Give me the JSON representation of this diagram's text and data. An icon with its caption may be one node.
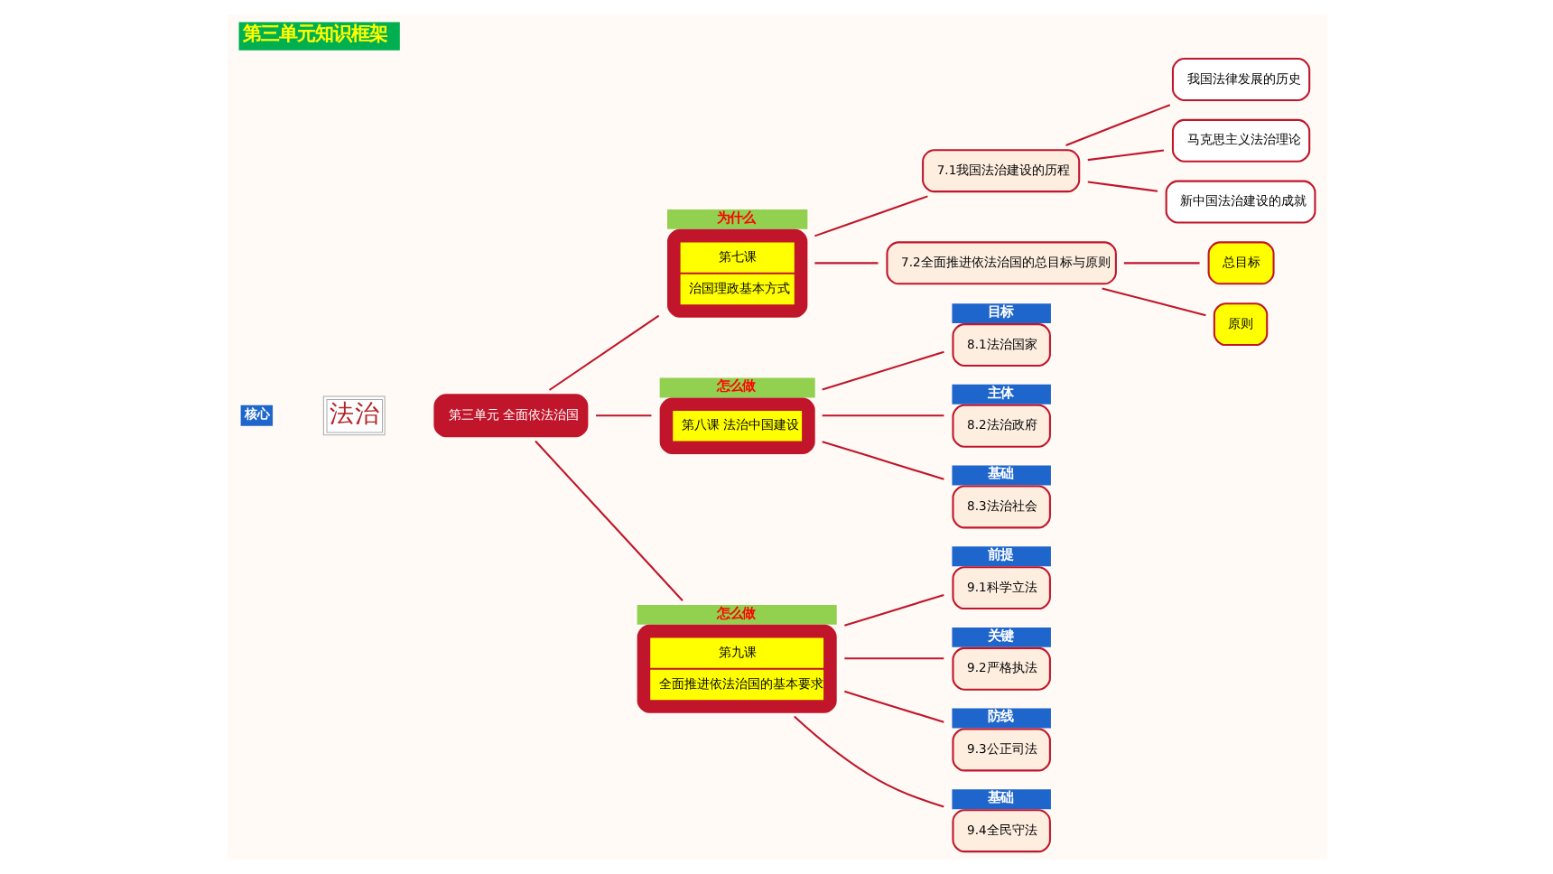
{
  "diagram": {
    "title": "第三单元知识框架",
    "nodes": [
      {
        "text": [
          "第三单元 全面依法治国"
        ]
      },
      {
        "text": [
          "第七课",
          "治国理政基本方式"
        ],
        "beside": [
          "为什么"
        ]
      },
      {
        "text": [
          "7.1我国法治建设的历程"
        ]
      },
      {
        "text": [
          "我国法律发展的历史"
        ]
      },
      {
        "text": [
          "马克思主义法治理论"
        ]
      },
      {
        "text": [
          "新中国法治建设的成就"
        ]
      },
      {
        "text": [
          "7.2全面推进依法治国的总目标与原则"
        ]
      },
      {
        "text": [
          "总目标"
        ]
      },
      {
        "text": [
          "原则"
        ]
      },
      {
        "text": [
          "第八课 法治中国建设"
        ],
        "beside": [
          "怎么做"
        ]
      },
      {
        "text": [
          "8.1法治国家"
        ],
        "beside": [
          "目标"
        ]
      },
      {
        "text": [
          "8.2法治政府"
        ],
        "beside": [
          "主体"
        ]
      },
      {
        "text": [
          "8.3法治社会"
        ],
        "beside": [
          "基础"
        ]
      },
      {
        "text": [
          "第九课",
          "全面推进依法治国的基本要求"
        ],
        "beside": [
          "怎么做"
        ]
      },
      {
        "text": [
          "9.1科学立法"
        ],
        "beside": [
          "前提"
        ]
      },
      {
        "text": [
          "9.2严格执法"
        ],
        "beside": [
          "关键"
        ]
      },
      {
        "text": [
          "9.3公正司法"
        ],
        "beside": [
          "防线"
        ]
      },
      {
        "text": [
          "9.4全民守法"
        ],
        "beside": [
          "基础"
        ]
      }
    ],
    "edges": [
      {
        "from": 0,
        "to": 1,
        "arrow": "none"
      },
      {
        "from": 0,
        "to": 9,
        "arrow": "none"
      },
      {
        "from": 0,
        "to": 13,
        "arrow": "none"
      },
      {
        "from": 1,
        "to": 2,
        "arrow": "none"
      },
      {
        "from": 1,
        "to": 6,
        "arrow": "none"
      },
      {
        "from": 2,
        "to": 3,
        "arrow": "none"
      },
      {
        "from": 2,
        "to": 4,
        "arrow": "none"
      },
      {
        "from": 2,
        "to": 5,
        "arrow": "none"
      },
      {
        "from": 6,
        "to": 7,
        "arrow": "none"
      },
      {
        "from": 6,
        "to": 8,
        "arrow": "none"
      },
      {
        "from": 9,
        "to": 10,
        "arrow": "none"
      },
      {
        "from": 9,
        "to": 11,
        "arrow": "none"
      },
      {
        "from": 9,
        "to": 12,
        "arrow": "none"
      },
      {
        "from": 13,
        "to": 14,
        "arrow": "none"
      },
      {
        "from": 13,
        "to": 15,
        "arrow": "none"
      },
      {
        "from": 13,
        "to": 16,
        "arrow": "none"
      },
      {
        "from": 13,
        "to": 17,
        "arrow": "none"
      }
    ],
    "labels": [
      "核心",
      "法治"
    ]
  }
}
